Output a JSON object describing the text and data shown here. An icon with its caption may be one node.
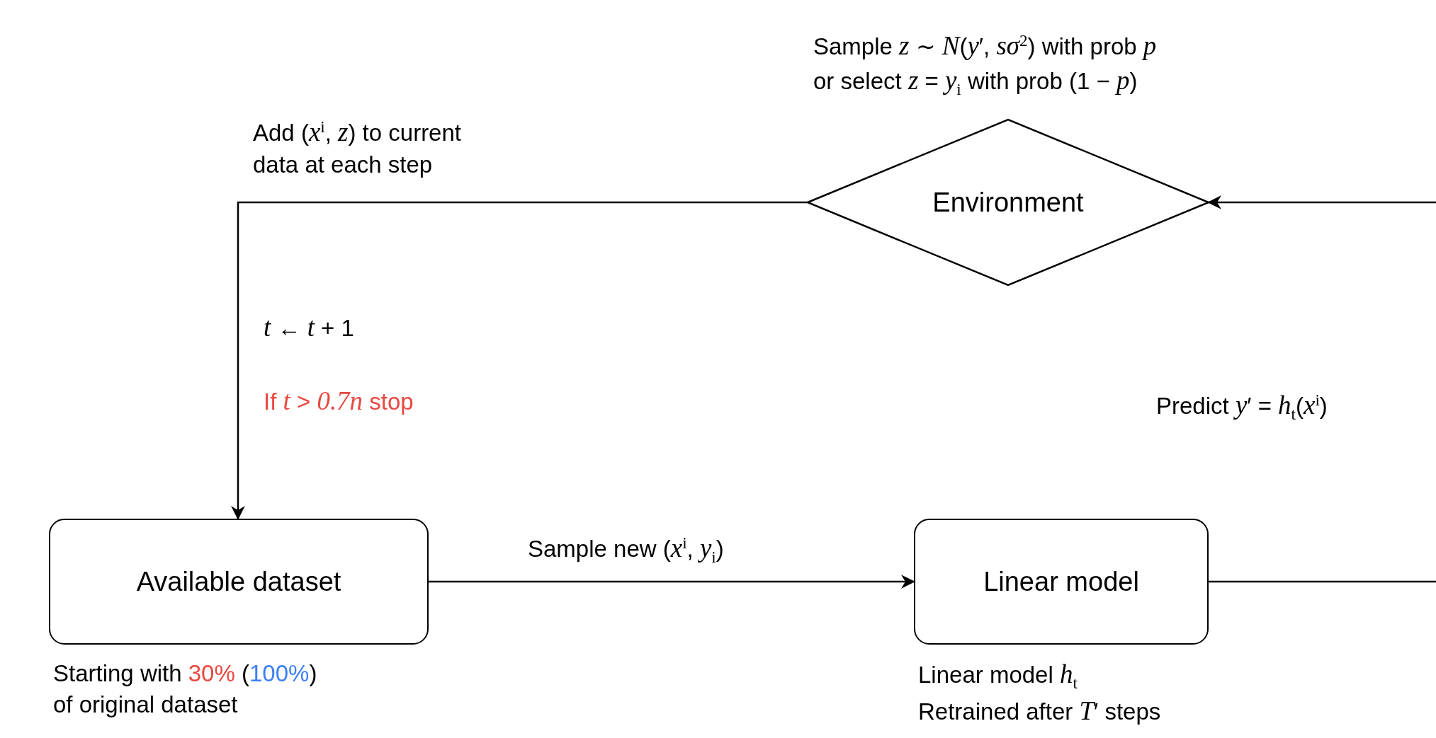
{
  "diagram": {
    "nodes": [
      {
        "text": [
          "Available dataset"
        ],
        "beside": [
          "Starting with 30% (100%) of original dataset"
        ]
      },
      {
        "text": [
          "Environment"
        ],
        "beside": [
          "Sample *z* ∼ *N*(*y*′, *sσ*$^{2}$) with prob *p* or select *z* = *y*$_{i}$ with prob (1 − *p*)"
        ]
      },
      {
        "text": [
          "Linear model"
        ],
        "beside": [
          "Linear model *h*$_{t}$ Retrained after *T*′ steps"
        ]
      }
    ],
    "edges": [
      {
        "from": 1,
        "to": 0,
        "arrow": "to",
        "label": "Add (*x*$^{i}$, *z*) to current data at each step"
      },
      {
        "from": 0,
        "to": 2,
        "arrow": "to",
        "label": "Sample new (*x*$^{i}$, *y*$_{i}$)"
      },
      {
        "from": 2,
        "to": 1,
        "arrow": "to"
      }
    ],
    "labels": [
      "*t* ← *t* + 1",
      "If *t* > *0.7n* stop",
      "Predict *y*′ = *h*$_{t}$(*x*$^{i}$)"
    ]
  }
}
